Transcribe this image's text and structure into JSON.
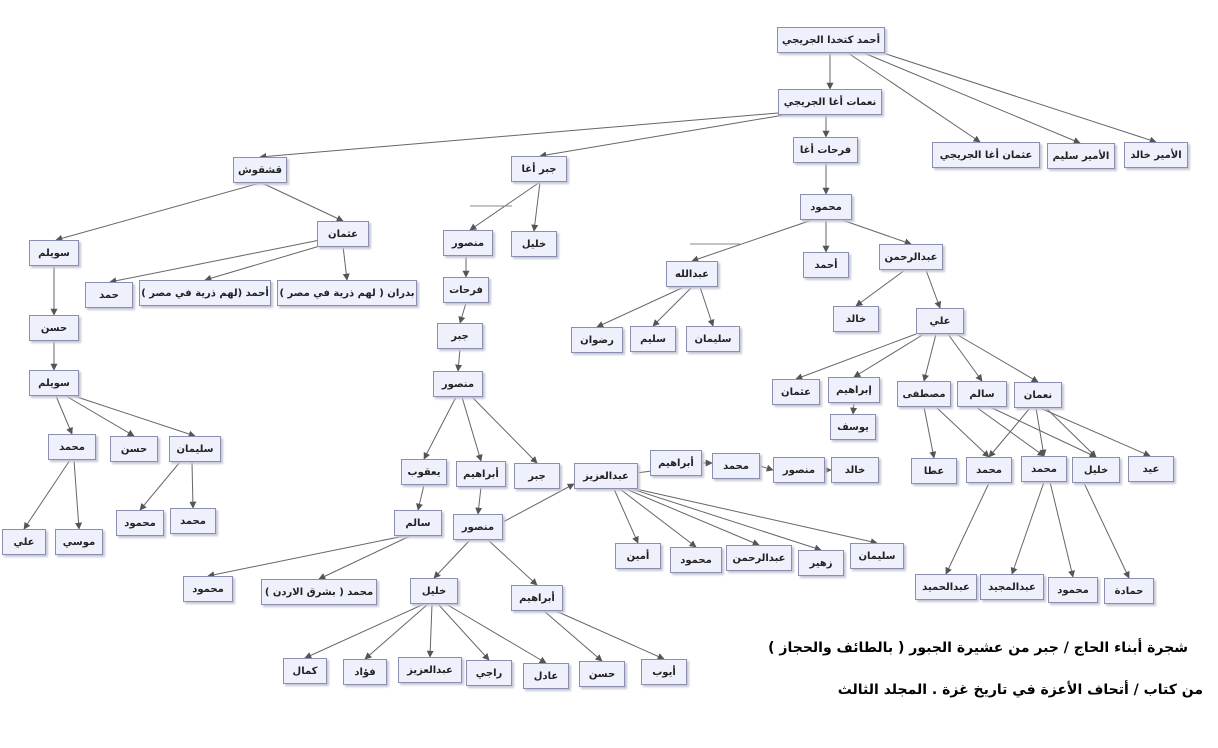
{
  "caption": {
    "line1": "شجرة أبناء الحاج / جبر من عشيرة الجبور ( بالطائف والحجاز )",
    "line2": "من كتاب / أتحاف الأعزة في تاريخ غزة . المجلد الثالث"
  },
  "nodes": {
    "n1": "أحمد كتخدا الجريجي",
    "n2": "نعمات أغا الجريجي",
    "n3": "عثمان أغا الجريجي",
    "n4": "الأمير سليم",
    "n5": "الأمير خالد",
    "n6": "قشقوش",
    "n7": "جبر أغا",
    "n8": "فرحات أغا",
    "n9": "سويلم",
    "n10": "عثمان",
    "n11": "حمد",
    "n12": "أحمد (لهم ذرية في مصر )",
    "n13": "بدران ( لهم ذرية في مصر )",
    "n14": "حسن",
    "n15": "سويلم",
    "n16": "محمد",
    "n17": "حسن",
    "n18": "سليمان",
    "n19": "علي",
    "n20": "موسي",
    "n21": "محمود",
    "n22": "محمد",
    "n23": "منصور",
    "n24": "خليل",
    "n25": "فرحات",
    "n26": "جبر",
    "n27": "منصور",
    "n28": "يعقوب",
    "n29": "أبراهيم",
    "n30": "جبر",
    "n31": "سالم",
    "n32": "محمود",
    "n33": "محمد ( بشرق الاردن )",
    "n34": "منصور",
    "n35": "خليل",
    "n36": "أبراهيم",
    "n37": "كمال",
    "n38": "فؤاد",
    "n39": "عبدالعزيز",
    "n40": "راجي",
    "n41": "عادل",
    "n42": "حسن",
    "n43": "أيوب",
    "n44": "عبدالعزيز",
    "n45": "أبراهيم",
    "n46": "محمد",
    "n47": "منصور",
    "n48": "خالد",
    "n49": "أمين",
    "n50": "محمود",
    "n51": "عبدالرحمن",
    "n52": "زهير",
    "n53": "سليمان",
    "n54": "محمود",
    "n55": "عبدالله",
    "n56": "أحمد",
    "n57": "عبدالرحمن",
    "n58": "رضوان",
    "n59": "سليم",
    "n60": "سليمان",
    "n61": "خالد",
    "n62": "علي",
    "n63": "عثمان",
    "n64": "إبراهيم",
    "n65": "يوسف",
    "n66": "مصطفى",
    "n67": "سالم",
    "n68": "نعمان",
    "n69": "عطا",
    "n70": "محمد",
    "n71": "محمد",
    "n72": "خليل",
    "n73": "عيد",
    "n74": "عبدالحميد",
    "n75": "عبدالمجيد",
    "n76": "محمود",
    "n77": "حمادة"
  }
}
